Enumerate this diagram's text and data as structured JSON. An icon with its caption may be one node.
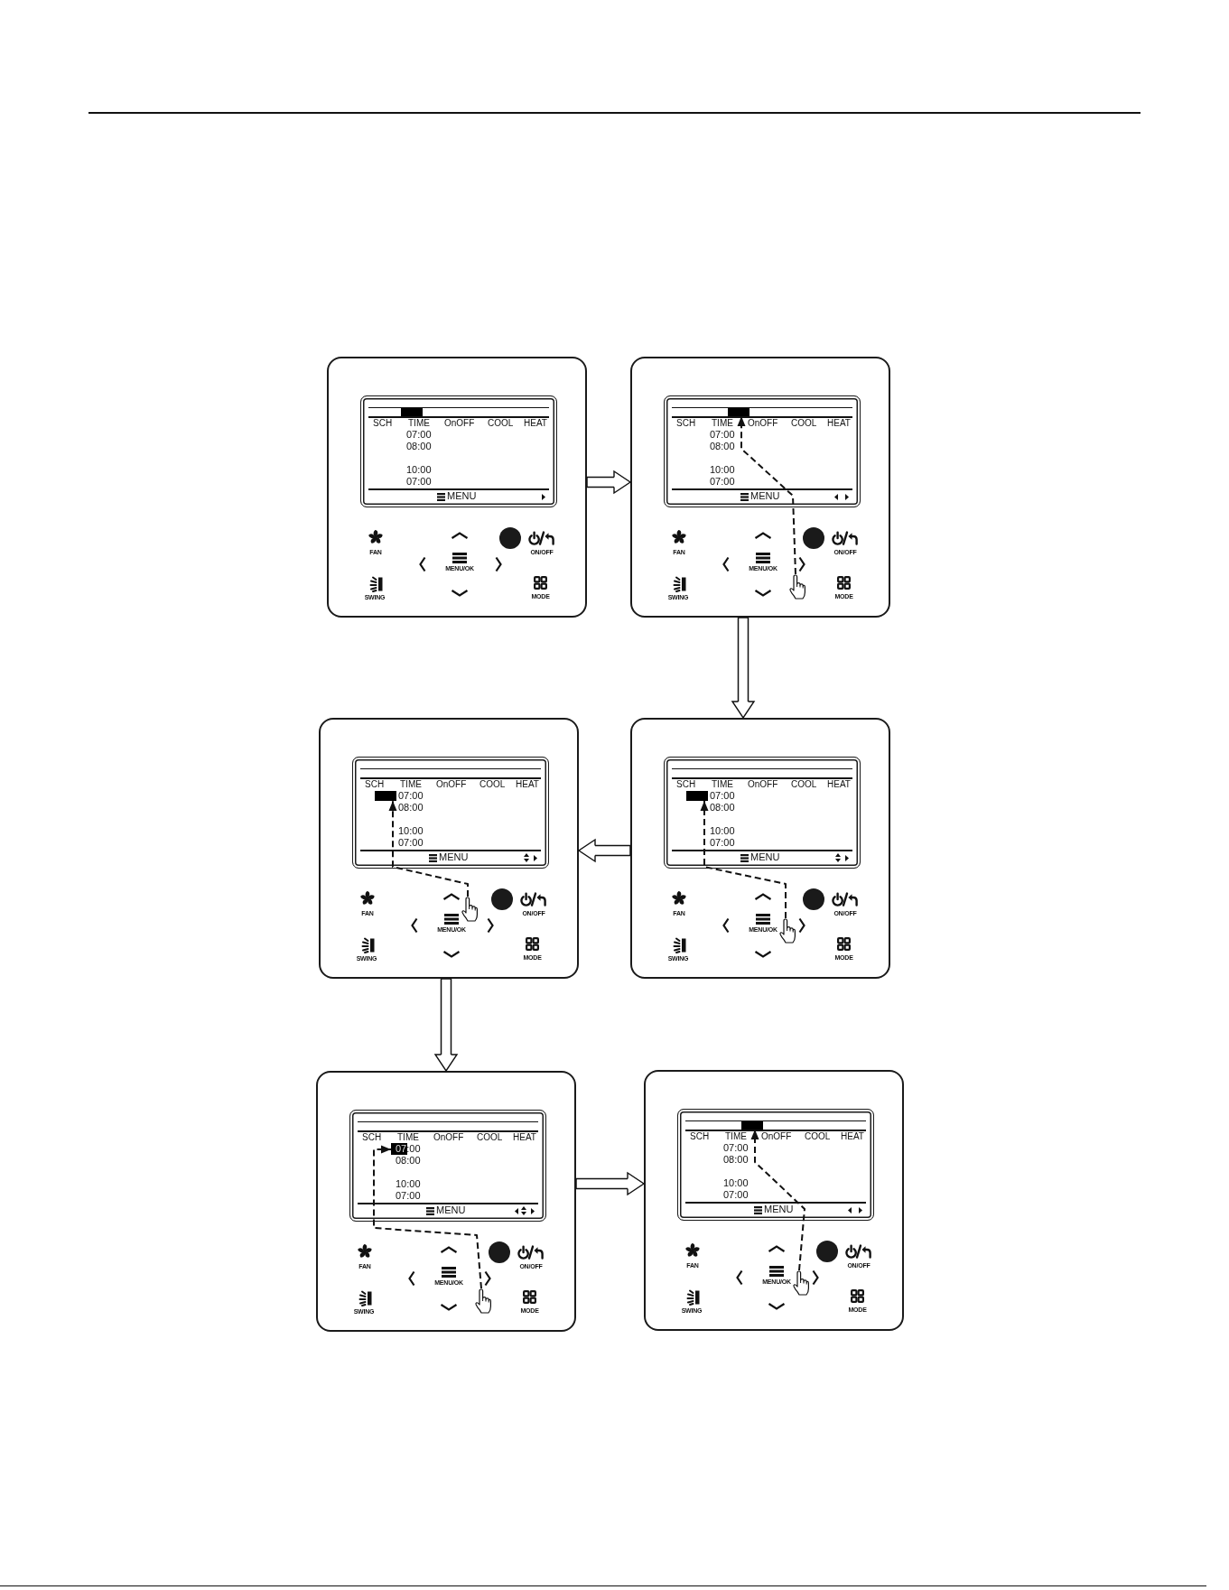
{
  "diagram": {
    "nodes": [
      {
        "text": [
          "FAN",
          "ON/OFF",
          "MENU/OK",
          "SWING",
          "MODE"
        ]
      },
      {
        "text": [
          "SCH",
          "TIME",
          "OnOFF",
          "COOL",
          "HEAT",
          "07:00",
          "08:00",
          "10:00",
          "07:00",
          "MENU"
        ],
        "in": 0
      },
      {
        "text": [],
        "shape": "bar",
        "in": 1
      },
      {
        "text": [
          "FAN",
          "ON/OFF",
          "MENU/OK",
          "SWING",
          "MODE"
        ]
      },
      {
        "text": [
          "SCH",
          "TIME",
          "OnOFF",
          "COOL",
          "HEAT",
          "07:00",
          "08:00",
          "10:00",
          "07:00",
          "MENU"
        ],
        "in": 3
      },
      {
        "text": [],
        "shape": "bar",
        "in": 4
      },
      {
        "text": [],
        "shape": "picture",
        "in": 3
      },
      {
        "text": [
          "FAN",
          "ON/OFF",
          "MENU/OK",
          "SWING",
          "MODE"
        ]
      },
      {
        "text": [
          "SCH",
          "TIME",
          "OnOFF",
          "COOL",
          "HEAT",
          "07:00",
          "08:00",
          "10:00",
          "07:00",
          "MENU"
        ],
        "in": 7
      },
      {
        "text": [],
        "shape": "bar",
        "in": 8
      },
      {
        "text": [],
        "shape": "picture",
        "in": 7
      },
      {
        "text": [
          "FAN",
          "ON/OFF",
          "MENU/OK",
          "SWING",
          "MODE"
        ]
      },
      {
        "text": [
          "SCH",
          "TIME",
          "OnOFF",
          "COOL",
          "HEAT",
          "07:00",
          "08:00",
          "10:00",
          "07:00",
          "MENU"
        ],
        "in": 11
      },
      {
        "text": [],
        "shape": "bar",
        "in": 12
      },
      {
        "text": [],
        "shape": "picture",
        "in": 11
      },
      {
        "text": [
          "FAN",
          "ON/OFF",
          "MENU/OK",
          "SWING",
          "MODE"
        ]
      },
      {
        "text": [
          "SCH",
          "TIME",
          "OnOFF",
          "COOL",
          "HEAT",
          "07:00",
          "08:00",
          "10:00",
          "07:00",
          "MENU"
        ],
        "in": 15
      },
      {
        "text": [],
        "shape": "bar",
        "in": 16
      },
      {
        "text": [],
        "shape": "picture",
        "in": 15
      },
      {
        "text": [
          "FAN",
          "ON/OFF",
          "MENU/OK",
          "SWING",
          "MODE"
        ]
      },
      {
        "text": [
          "SCH",
          "TIME",
          "OnOFF",
          "COOL",
          "HEAT",
          "07:00",
          "08:00",
          "10:00",
          "07:00",
          "MENU"
        ],
        "in": 19
      },
      {
        "text": [],
        "shape": "bar",
        "in": 20
      },
      {
        "text": [],
        "shape": "picture",
        "in": 19
      }
    ],
    "edges": [
      {
        "from": 0,
        "to": 3,
        "arrow": "to"
      },
      {
        "from": 3,
        "to": 11,
        "arrow": "to"
      },
      {
        "from": 11,
        "to": 7,
        "arrow": "to"
      },
      {
        "from": 7,
        "to": 15,
        "arrow": "to"
      },
      {
        "from": 15,
        "to": 19,
        "arrow": "to"
      },
      {
        "from": 6,
        "to": 5,
        "arrow": "to",
        "style": "dashed"
      },
      {
        "from": 10,
        "to": 9,
        "arrow": "to",
        "style": "dashed"
      },
      {
        "from": 14,
        "to": 13,
        "arrow": "to",
        "style": "dashed"
      },
      {
        "from": 18,
        "to": 17,
        "arrow": "to",
        "style": "dashed"
      },
      {
        "from": 22,
        "to": 21,
        "arrow": "to",
        "style": "dashed"
      }
    ]
  }
}
